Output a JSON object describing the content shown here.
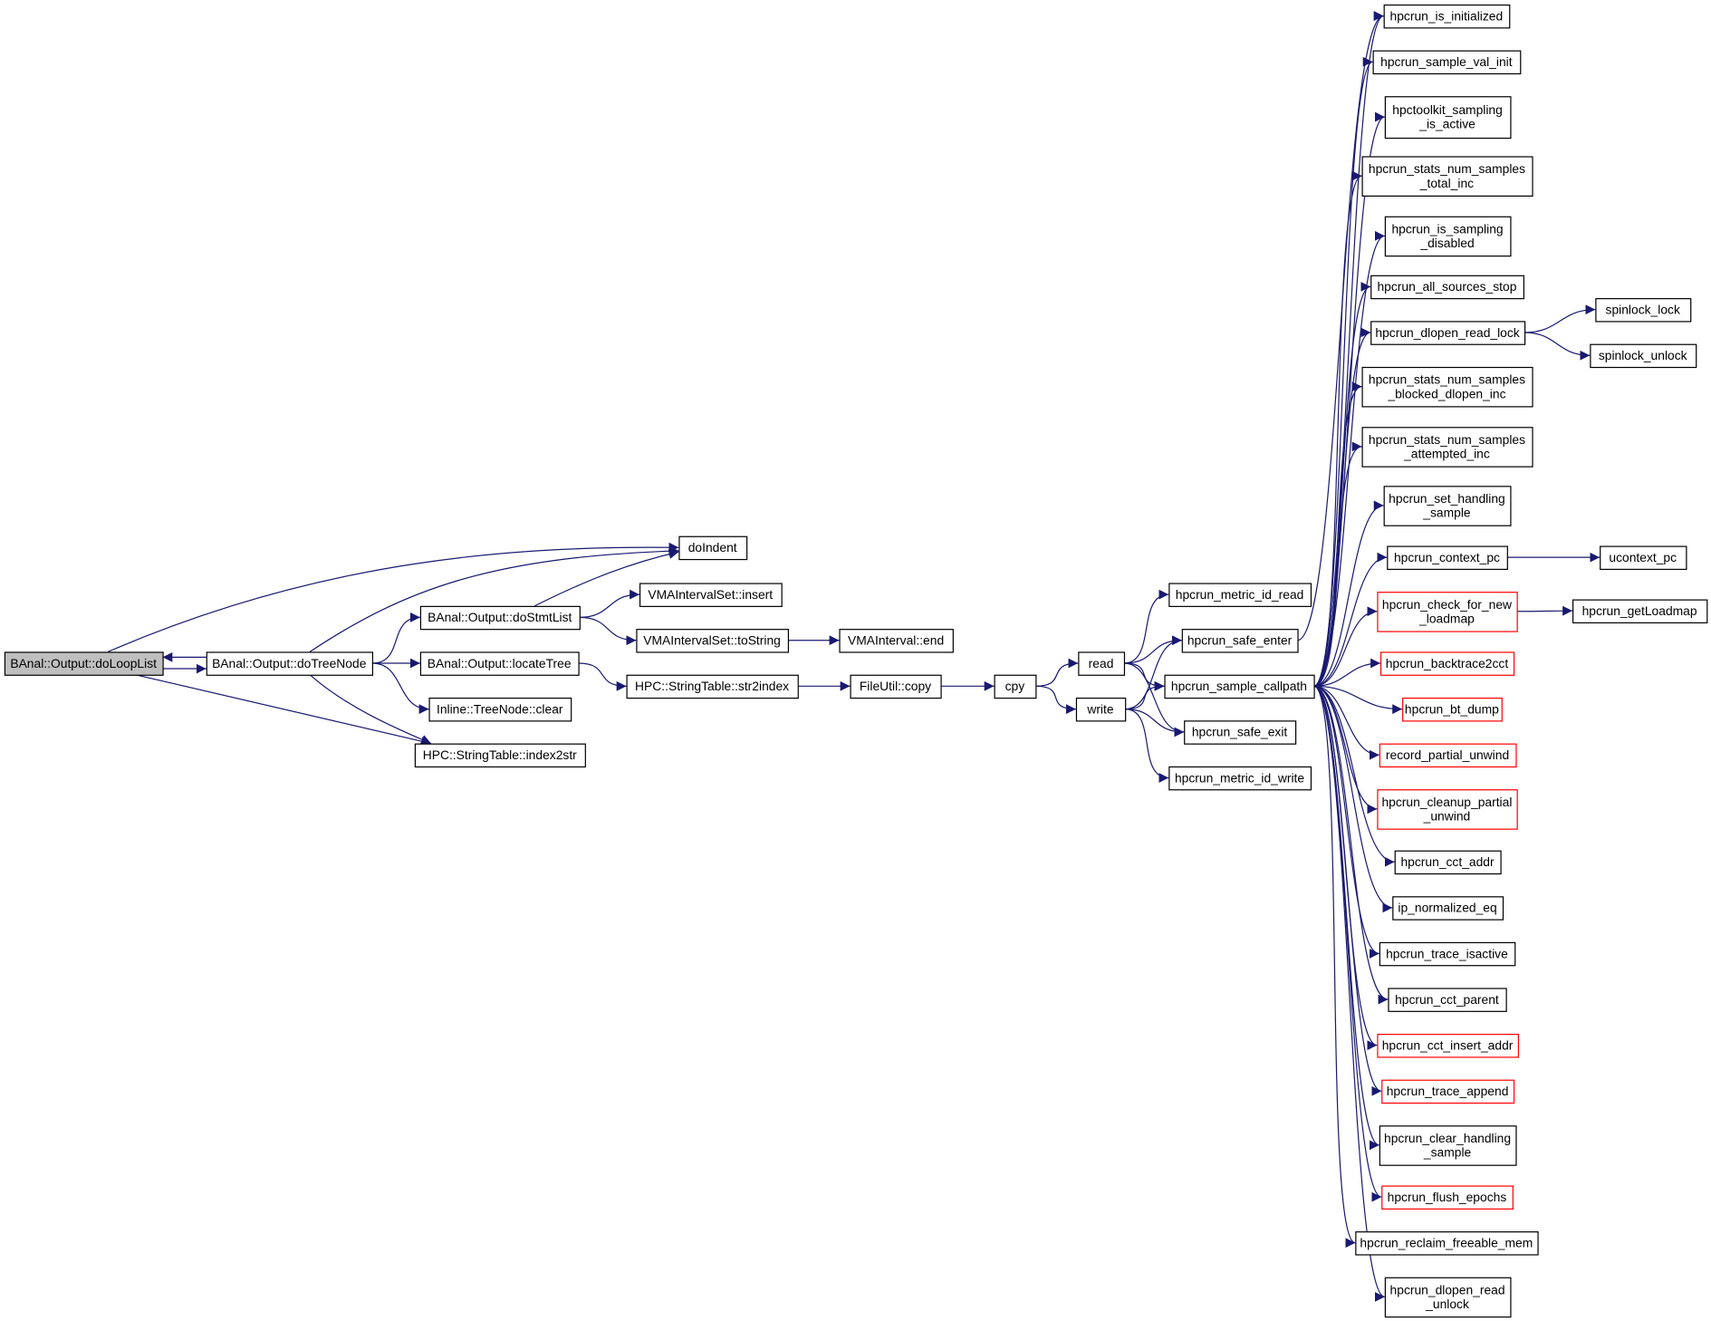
{
  "graph": {
    "title": "Call graph of BAnal::Output::doLoopList",
    "colors": {
      "edge": "#191970",
      "root_fill": "#bfbfbf",
      "border": "#000000",
      "incomplete_border": "#ff0000"
    }
  },
  "nodes": [
    {
      "id": "doLoopList",
      "lines": [
        "BAnal::Output::doLoopList"
      ],
      "style": "root"
    },
    {
      "id": "doTreeNode",
      "lines": [
        "BAnal::Output::doTreeNode"
      ]
    },
    {
      "id": "doIndent",
      "lines": [
        "doIndent"
      ]
    },
    {
      "id": "doStmtList",
      "lines": [
        "BAnal::Output::doStmtList"
      ]
    },
    {
      "id": "vmaInsert",
      "lines": [
        "VMAIntervalSet::insert"
      ]
    },
    {
      "id": "vmaToString",
      "lines": [
        "VMAIntervalSet::toString"
      ]
    },
    {
      "id": "vmaEnd",
      "lines": [
        "VMAInterval::end"
      ]
    },
    {
      "id": "locateTree",
      "lines": [
        "BAnal::Output::locateTree"
      ]
    },
    {
      "id": "str2index",
      "lines": [
        "HPC::StringTable::str2index"
      ]
    },
    {
      "id": "fileCopy",
      "lines": [
        "FileUtil::copy"
      ]
    },
    {
      "id": "cpy",
      "lines": [
        "cpy"
      ]
    },
    {
      "id": "treeClear",
      "lines": [
        "Inline::TreeNode::clear"
      ]
    },
    {
      "id": "index2str",
      "lines": [
        "HPC::StringTable::index2str"
      ]
    },
    {
      "id": "read",
      "lines": [
        "read"
      ]
    },
    {
      "id": "write",
      "lines": [
        "write"
      ]
    },
    {
      "id": "metricRead",
      "lines": [
        "hpcrun_metric_id_read"
      ]
    },
    {
      "id": "safeEnter",
      "lines": [
        "hpcrun_safe_enter"
      ]
    },
    {
      "id": "sampleCallpath",
      "lines": [
        "hpcrun_sample_callpath"
      ]
    },
    {
      "id": "safeExit",
      "lines": [
        "hpcrun_safe_exit"
      ]
    },
    {
      "id": "metricWrite",
      "lines": [
        "hpcrun_metric_id_write"
      ]
    },
    {
      "id": "isInit",
      "lines": [
        "hpcrun_is_initialized"
      ]
    },
    {
      "id": "sampleValInit",
      "lines": [
        "hpcrun_sample_val_init"
      ]
    },
    {
      "id": "samplingActive",
      "lines": [
        "hpctoolkit_sampling",
        "_is_active"
      ]
    },
    {
      "id": "totalInc",
      "lines": [
        "hpcrun_stats_num_samples",
        "_total_inc"
      ]
    },
    {
      "id": "samplingDisabled",
      "lines": [
        "hpcrun_is_sampling",
        "_disabled"
      ]
    },
    {
      "id": "sourcesStop",
      "lines": [
        "hpcrun_all_sources_stop"
      ]
    },
    {
      "id": "dlopenLock",
      "lines": [
        "hpcrun_dlopen_read_lock"
      ]
    },
    {
      "id": "spinLock",
      "lines": [
        "spinlock_lock"
      ]
    },
    {
      "id": "spinUnlock",
      "lines": [
        "spinlock_unlock"
      ]
    },
    {
      "id": "blockedInc",
      "lines": [
        "hpcrun_stats_num_samples",
        "_blocked_dlopen_inc"
      ]
    },
    {
      "id": "attemptedInc",
      "lines": [
        "hpcrun_stats_num_samples",
        "_attempted_inc"
      ]
    },
    {
      "id": "setHandling",
      "lines": [
        "hpcrun_set_handling",
        "_sample"
      ]
    },
    {
      "id": "contextPc",
      "lines": [
        "hpcrun_context_pc"
      ]
    },
    {
      "id": "ucontextPc",
      "lines": [
        "ucontext_pc"
      ]
    },
    {
      "id": "checkLoadmap",
      "lines": [
        "hpcrun_check_for_new",
        "_loadmap"
      ],
      "style": "red"
    },
    {
      "id": "getLoadmap",
      "lines": [
        "hpcrun_getLoadmap"
      ]
    },
    {
      "id": "backtrace2cct",
      "lines": [
        "hpcrun_backtrace2cct"
      ],
      "style": "red"
    },
    {
      "id": "btDump",
      "lines": [
        "hpcrun_bt_dump"
      ],
      "style": "red"
    },
    {
      "id": "recordPartial",
      "lines": [
        "record_partial_unwind"
      ],
      "style": "red"
    },
    {
      "id": "cleanupPartial",
      "lines": [
        "hpcrun_cleanup_partial",
        "_unwind"
      ],
      "style": "red"
    },
    {
      "id": "cctAddr",
      "lines": [
        "hpcrun_cct_addr"
      ]
    },
    {
      "id": "ipEq",
      "lines": [
        "ip_normalized_eq"
      ]
    },
    {
      "id": "traceIsactive",
      "lines": [
        "hpcrun_trace_isactive"
      ]
    },
    {
      "id": "cctParent",
      "lines": [
        "hpcrun_cct_parent"
      ]
    },
    {
      "id": "cctInsert",
      "lines": [
        "hpcrun_cct_insert_addr"
      ],
      "style": "red"
    },
    {
      "id": "traceAppend",
      "lines": [
        "hpcrun_trace_append"
      ],
      "style": "red"
    },
    {
      "id": "clearHandling",
      "lines": [
        "hpcrun_clear_handling",
        "_sample"
      ]
    },
    {
      "id": "flushEpochs",
      "lines": [
        "hpcrun_flush_epochs"
      ],
      "style": "red"
    },
    {
      "id": "reclaimMem",
      "lines": [
        "hpcrun_reclaim_freeable_mem"
      ]
    },
    {
      "id": "dlopenUnlock",
      "lines": [
        "hpcrun_dlopen_read",
        "_unlock"
      ]
    }
  ],
  "edges": [
    [
      "doLoopList",
      "doTreeNode"
    ],
    [
      "doLoopList",
      "doIndent"
    ],
    [
      "doLoopList",
      "index2str"
    ],
    [
      "doTreeNode",
      "doLoopList"
    ],
    [
      "doTreeNode",
      "doIndent"
    ],
    [
      "doTreeNode",
      "doStmtList"
    ],
    [
      "doTreeNode",
      "locateTree"
    ],
    [
      "doTreeNode",
      "treeClear"
    ],
    [
      "doTreeNode",
      "index2str"
    ],
    [
      "doStmtList",
      "doIndent"
    ],
    [
      "doStmtList",
      "vmaInsert"
    ],
    [
      "doStmtList",
      "vmaToString"
    ],
    [
      "vmaToString",
      "vmaEnd"
    ],
    [
      "locateTree",
      "str2index"
    ],
    [
      "str2index",
      "fileCopy"
    ],
    [
      "fileCopy",
      "cpy"
    ],
    [
      "cpy",
      "read"
    ],
    [
      "cpy",
      "write"
    ],
    [
      "read",
      "metricRead"
    ],
    [
      "read",
      "safeEnter"
    ],
    [
      "read",
      "sampleCallpath"
    ],
    [
      "read",
      "safeExit"
    ],
    [
      "write",
      "safeEnter"
    ],
    [
      "write",
      "sampleCallpath"
    ],
    [
      "write",
      "safeExit"
    ],
    [
      "write",
      "metricWrite"
    ],
    [
      "safeEnter",
      "isInit"
    ],
    [
      "sampleCallpath",
      "isInit"
    ],
    [
      "sampleCallpath",
      "sampleValInit"
    ],
    [
      "sampleCallpath",
      "samplingActive"
    ],
    [
      "sampleCallpath",
      "totalInc"
    ],
    [
      "sampleCallpath",
      "samplingDisabled"
    ],
    [
      "sampleCallpath",
      "sourcesStop"
    ],
    [
      "sampleCallpath",
      "dlopenLock"
    ],
    [
      "sampleCallpath",
      "blockedInc"
    ],
    [
      "sampleCallpath",
      "attemptedInc"
    ],
    [
      "sampleCallpath",
      "setHandling"
    ],
    [
      "sampleCallpath",
      "contextPc"
    ],
    [
      "sampleCallpath",
      "checkLoadmap"
    ],
    [
      "sampleCallpath",
      "backtrace2cct"
    ],
    [
      "sampleCallpath",
      "btDump"
    ],
    [
      "sampleCallpath",
      "recordPartial"
    ],
    [
      "sampleCallpath",
      "cleanupPartial"
    ],
    [
      "sampleCallpath",
      "cctAddr"
    ],
    [
      "sampleCallpath",
      "ipEq"
    ],
    [
      "sampleCallpath",
      "traceIsactive"
    ],
    [
      "sampleCallpath",
      "cctParent"
    ],
    [
      "sampleCallpath",
      "cctInsert"
    ],
    [
      "sampleCallpath",
      "traceAppend"
    ],
    [
      "sampleCallpath",
      "clearHandling"
    ],
    [
      "sampleCallpath",
      "flushEpochs"
    ],
    [
      "sampleCallpath",
      "reclaimMem"
    ],
    [
      "sampleCallpath",
      "dlopenUnlock"
    ],
    [
      "dlopenLock",
      "spinLock"
    ],
    [
      "dlopenLock",
      "spinUnlock"
    ],
    [
      "contextPc",
      "ucontextPc"
    ],
    [
      "checkLoadmap",
      "getLoadmap"
    ]
  ]
}
